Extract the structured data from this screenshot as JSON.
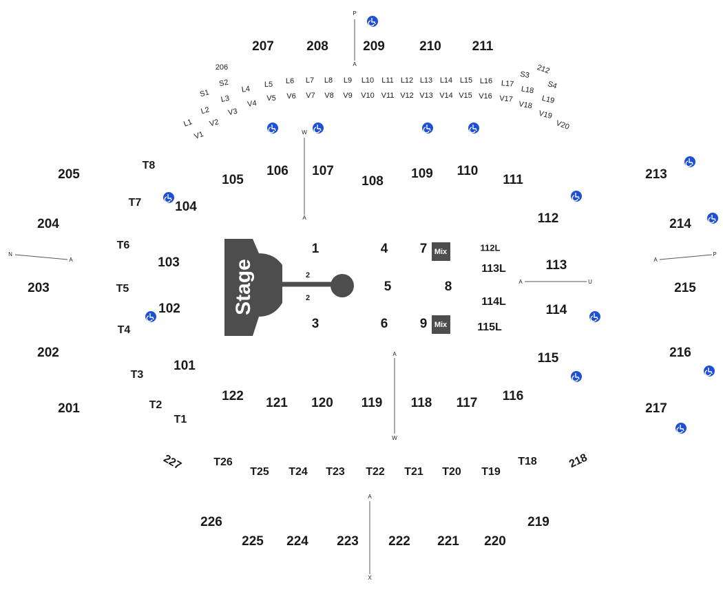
{
  "stage_label": "Stage",
  "mix_label": "Mix",
  "colors": {
    "stage": "#4d4d4d",
    "wheelchair": "#1d4fd8",
    "text": "#1a1a1a"
  },
  "upper_sections": [
    "201",
    "202",
    "203",
    "204",
    "205",
    "206",
    "207",
    "208",
    "209",
    "210",
    "211",
    "212",
    "213",
    "214",
    "215",
    "216",
    "217",
    "218",
    "219",
    "220",
    "221",
    "222",
    "223",
    "224",
    "225",
    "226",
    "227"
  ],
  "lower_sections": [
    "101",
    "102",
    "103",
    "104",
    "105",
    "106",
    "107",
    "108",
    "109",
    "110",
    "111",
    "112",
    "113",
    "114",
    "115",
    "116",
    "117",
    "118",
    "119",
    "120",
    "121",
    "122"
  ],
  "floor_sections": [
    "1",
    "2",
    "2",
    "3",
    "4",
    "5",
    "6",
    "7",
    "8",
    "9",
    "112L",
    "113L",
    "114L",
    "115L"
  ],
  "l_rows": [
    "L1",
    "L2",
    "L3",
    "L4",
    "L5",
    "L6",
    "L7",
    "L8",
    "L9",
    "L10",
    "L11",
    "L12",
    "L13",
    "L14",
    "L15",
    "L16",
    "L17",
    "L18",
    "L19"
  ],
  "v_rows": [
    "V1",
    "V2",
    "V3",
    "V4",
    "V5",
    "V6",
    "V7",
    "V8",
    "V9",
    "V10",
    "V11",
    "V12",
    "V13",
    "V14",
    "V15",
    "V16",
    "V17",
    "V18",
    "V19",
    "V20"
  ],
  "s_rows": [
    "S1",
    "S2",
    "S3",
    "S4"
  ],
  "t_rows": [
    "T1",
    "T2",
    "T3",
    "T4",
    "T5",
    "T6",
    "T7",
    "T8",
    "T18",
    "T19",
    "T20",
    "T21",
    "T22",
    "T23",
    "T24",
    "T25",
    "T26"
  ],
  "aisle_markers": [
    "P",
    "A",
    "W",
    "A",
    "N",
    "A",
    "A",
    "P",
    "A",
    "U",
    "A",
    "W",
    "A",
    "X"
  ]
}
